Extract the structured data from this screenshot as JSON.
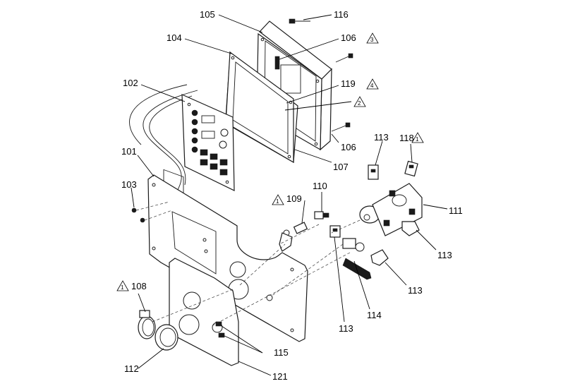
{
  "callouts": {
    "c101": "101",
    "c102": "102",
    "c103": "103",
    "c104": "104",
    "c105": "105",
    "c106a": "106",
    "c106b": "106",
    "c107": "107",
    "c108": "108",
    "c109": "109",
    "c110": "110",
    "c111": "111",
    "c112": "112",
    "c113a": "113",
    "c113b": "113",
    "c113c": "113",
    "c113d": "113",
    "c114": "114",
    "c115": "115",
    "c116": "116",
    "c118": "118",
    "c119": "119",
    "c121": "121"
  },
  "warnings": {
    "w106": "3",
    "w119": "4",
    "w2": "2",
    "w118": "1",
    "w109": "1",
    "w108": "1"
  }
}
